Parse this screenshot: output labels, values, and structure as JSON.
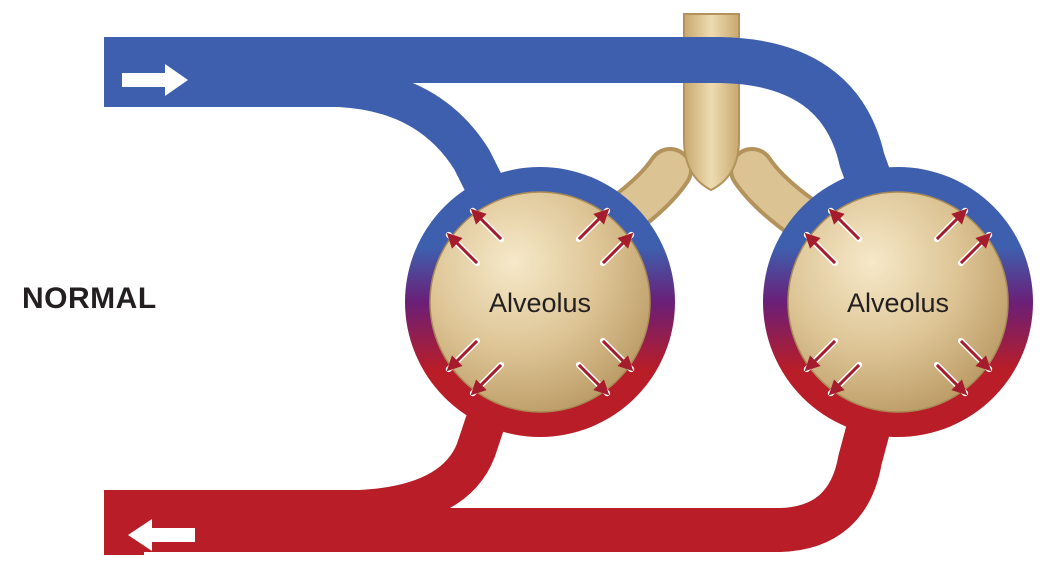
{
  "condition_label": "NORMAL",
  "alveoli": [
    {
      "label": "Alveolus"
    },
    {
      "label": "Alveolus"
    }
  ],
  "flow_arrows": [
    {
      "direction": "right",
      "icon": "white-arrow-right-icon"
    },
    {
      "direction": "left",
      "icon": "white-arrow-left-icon"
    }
  ],
  "colors": {
    "deoxygenated_blood": "#3e5fae",
    "mixing_blood": "#6a1f78",
    "oxygenated_blood": "#b81d28",
    "alveolus": "#dcc393",
    "airway": "#d6bd8a",
    "gas_exchange_arrow": "#a51d2d"
  }
}
